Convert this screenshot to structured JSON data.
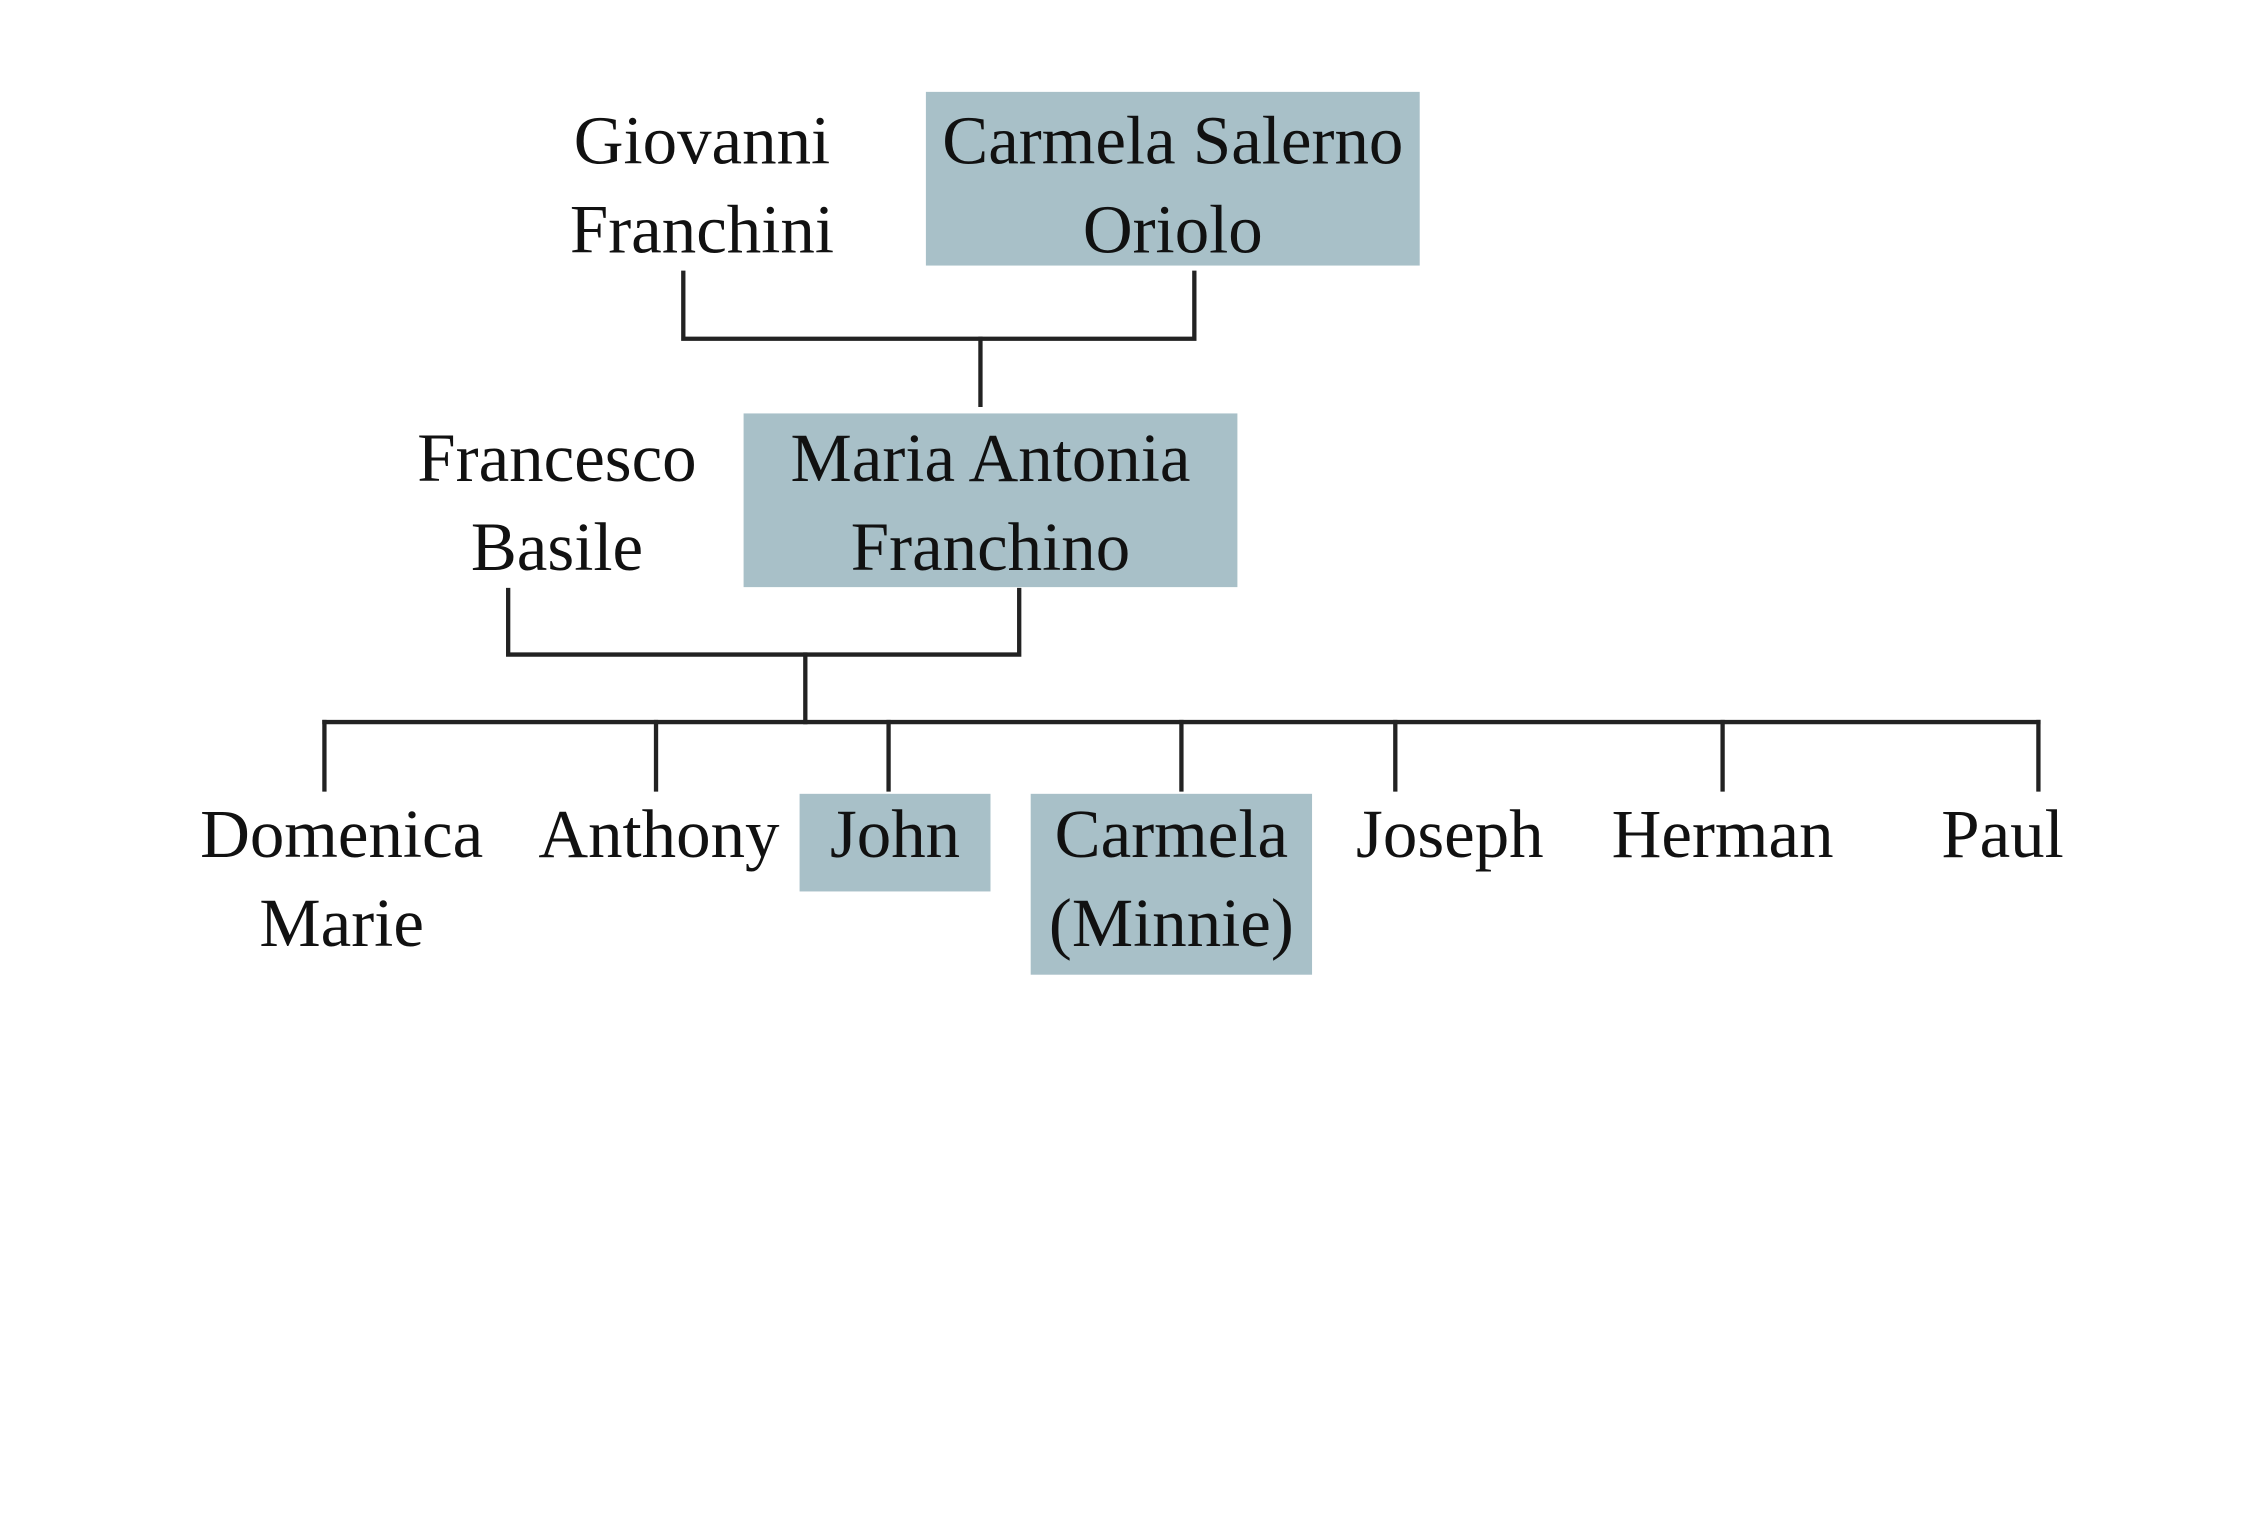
{
  "colors": {
    "highlight": "#a8c0c8",
    "line": "#222222",
    "text": "#111111"
  },
  "generation1": {
    "giovanni": {
      "line1": "Giovanni",
      "line2": "Franchini",
      "highlighted": false
    },
    "carmela_salerno": {
      "line1": "Carmela Salerno",
      "line2": "Oriolo",
      "highlighted": true
    }
  },
  "generation2": {
    "francesco": {
      "line1": "Francesco",
      "line2": "Basile",
      "highlighted": false
    },
    "maria_antonia": {
      "line1": "Maria Antonia",
      "line2": "Franchino",
      "highlighted": true
    }
  },
  "children": [
    {
      "line1": "Domenica",
      "line2": "Marie",
      "highlighted": false
    },
    {
      "line1": "Anthony",
      "line2": "",
      "highlighted": false
    },
    {
      "line1": "John",
      "line2": "",
      "highlighted": true
    },
    {
      "line1": "Carmela",
      "line2": "(Minnie)",
      "highlighted": true
    },
    {
      "line1": "Joseph",
      "line2": "",
      "highlighted": false
    },
    {
      "line1": "Herman",
      "line2": "",
      "highlighted": false
    },
    {
      "line1": "Paul",
      "line2": "",
      "highlighted": false
    }
  ]
}
